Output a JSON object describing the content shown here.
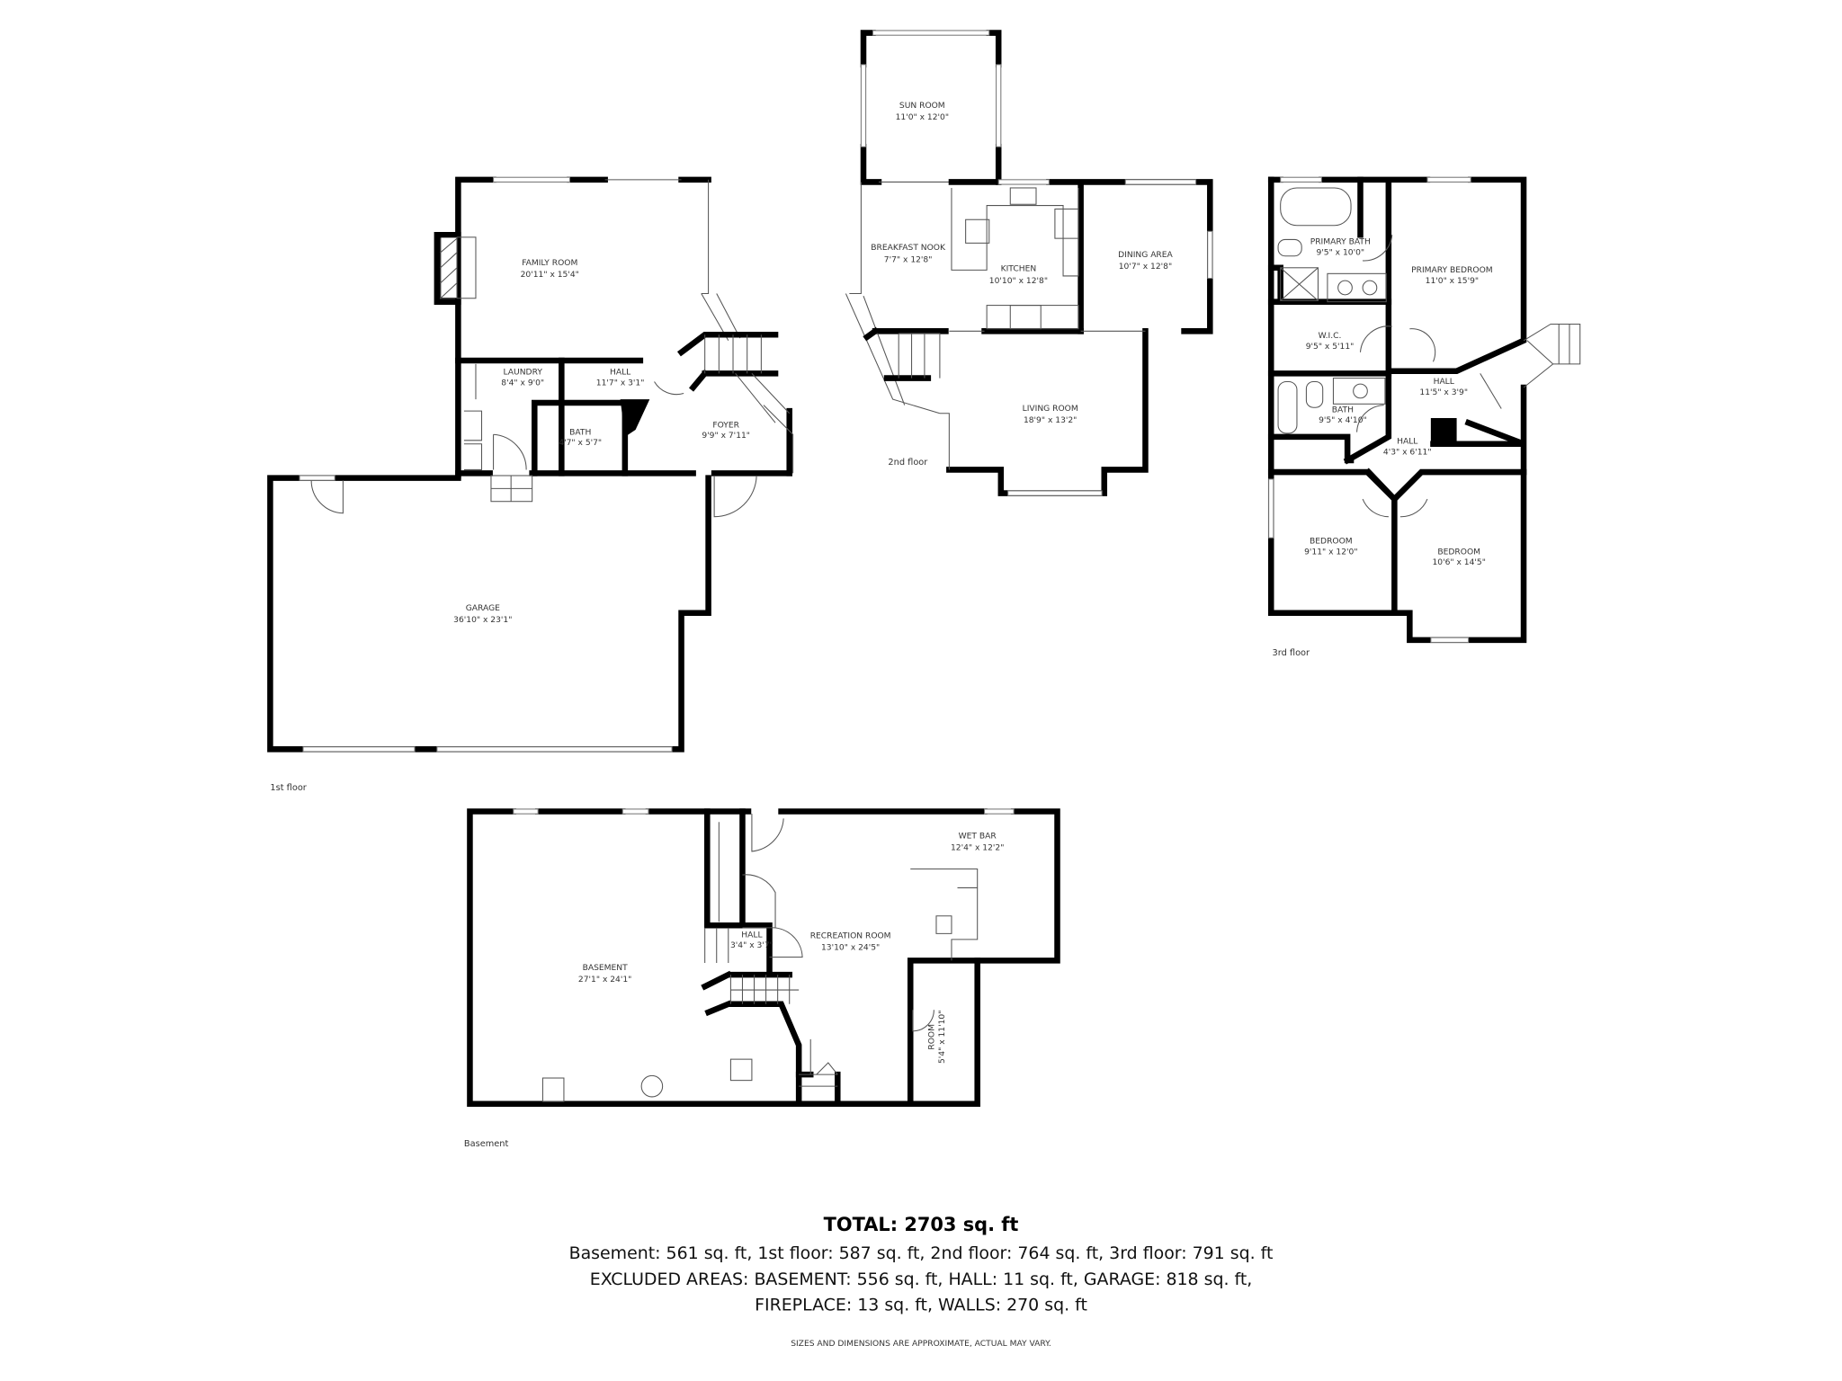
{
  "floors": [
    {
      "label": "1st floor",
      "rooms": [
        {
          "name": "FAMILY ROOM",
          "dims": "20'11\" x 15'4\""
        },
        {
          "name": "LAUNDRY",
          "dims": "8'4\" x 9'0\""
        },
        {
          "name": "HALL",
          "dims": "11'7\" x 3'1\""
        },
        {
          "name": "BATH",
          "dims": "4'7\" x 5'7\""
        },
        {
          "name": "FOYER",
          "dims": "9'9\" x 7'11\""
        },
        {
          "name": "GARAGE",
          "dims": "36'10\" x 23'1\""
        }
      ]
    },
    {
      "label": "2nd floor",
      "rooms": [
        {
          "name": "SUN ROOM",
          "dims": "11'0\" x 12'0\""
        },
        {
          "name": "BREAKFAST NOOK",
          "dims": "7'7\" x 12'8\""
        },
        {
          "name": "KITCHEN",
          "dims": "10'10\" x 12'8\""
        },
        {
          "name": "DINING AREA",
          "dims": "10'7\" x 12'8\""
        },
        {
          "name": "LIVING ROOM",
          "dims": "18'9\" x 13'2\""
        }
      ]
    },
    {
      "label": "3rd floor",
      "rooms": [
        {
          "name": "PRIMARY BATH",
          "dims": "9'5\" x 10'0\""
        },
        {
          "name": "PRIMARY BEDROOM",
          "dims": "11'0\" x 15'9\""
        },
        {
          "name": "W.I.C.",
          "dims": "9'5\" x 5'11\""
        },
        {
          "name": "HALL",
          "dims": "11'5\" x 3'9\""
        },
        {
          "name": "BATH",
          "dims": "9'5\" x 4'10\""
        },
        {
          "name": "HALL",
          "dims": "4'3\" x 6'11\""
        },
        {
          "name": "BEDROOM",
          "dims": "9'11\" x 12'0\""
        },
        {
          "name": "BEDROOM",
          "dims": "10'6\" x 14'5\""
        }
      ]
    },
    {
      "label": "Basement",
      "rooms": [
        {
          "name": "BASEMENT",
          "dims": "27'1\" x 24'1\""
        },
        {
          "name": "HALL",
          "dims": "3'4\" x 3'7\""
        },
        {
          "name": "RECREATION ROOM",
          "dims": "13'10\" x 24'5\""
        },
        {
          "name": "WET BAR",
          "dims": "12'4\" x 12'2\""
        },
        {
          "name": "ROOM",
          "dims": "5'4\" x 11'10\""
        }
      ]
    }
  ],
  "summary": {
    "total": "TOTAL: 2703 sq. ft",
    "by_floor": "Basement: 561 sq. ft, 1st floor: 587 sq. ft, 2nd floor: 764 sq. ft, 3rd floor: 791 sq. ft",
    "excluded_1": "EXCLUDED AREAS: BASEMENT: 556 sq. ft, HALL: 11 sq. ft, GARAGE: 818 sq. ft,",
    "excluded_2": "FIREPLACE: 13 sq. ft, WALLS: 270 sq. ft",
    "disclaimer": "SIZES AND DIMENSIONS ARE APPROXIMATE, ACTUAL MAY VARY."
  }
}
